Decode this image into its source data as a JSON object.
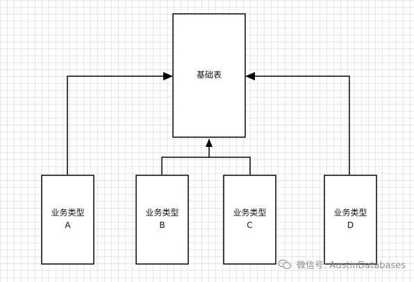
{
  "diagram": {
    "base_table": "基础表",
    "business_a_line1": "业务类型",
    "business_a_line2": "A",
    "business_b_line1": "业务类型",
    "business_b_line2": "B",
    "business_c_line1": "业务类型",
    "business_c_line2": "C",
    "business_d_line1": "业务类型",
    "business_d_line2": "D"
  },
  "watermark": {
    "text": "微信号: AustinDatabases",
    "icon": "wechat-icon"
  }
}
